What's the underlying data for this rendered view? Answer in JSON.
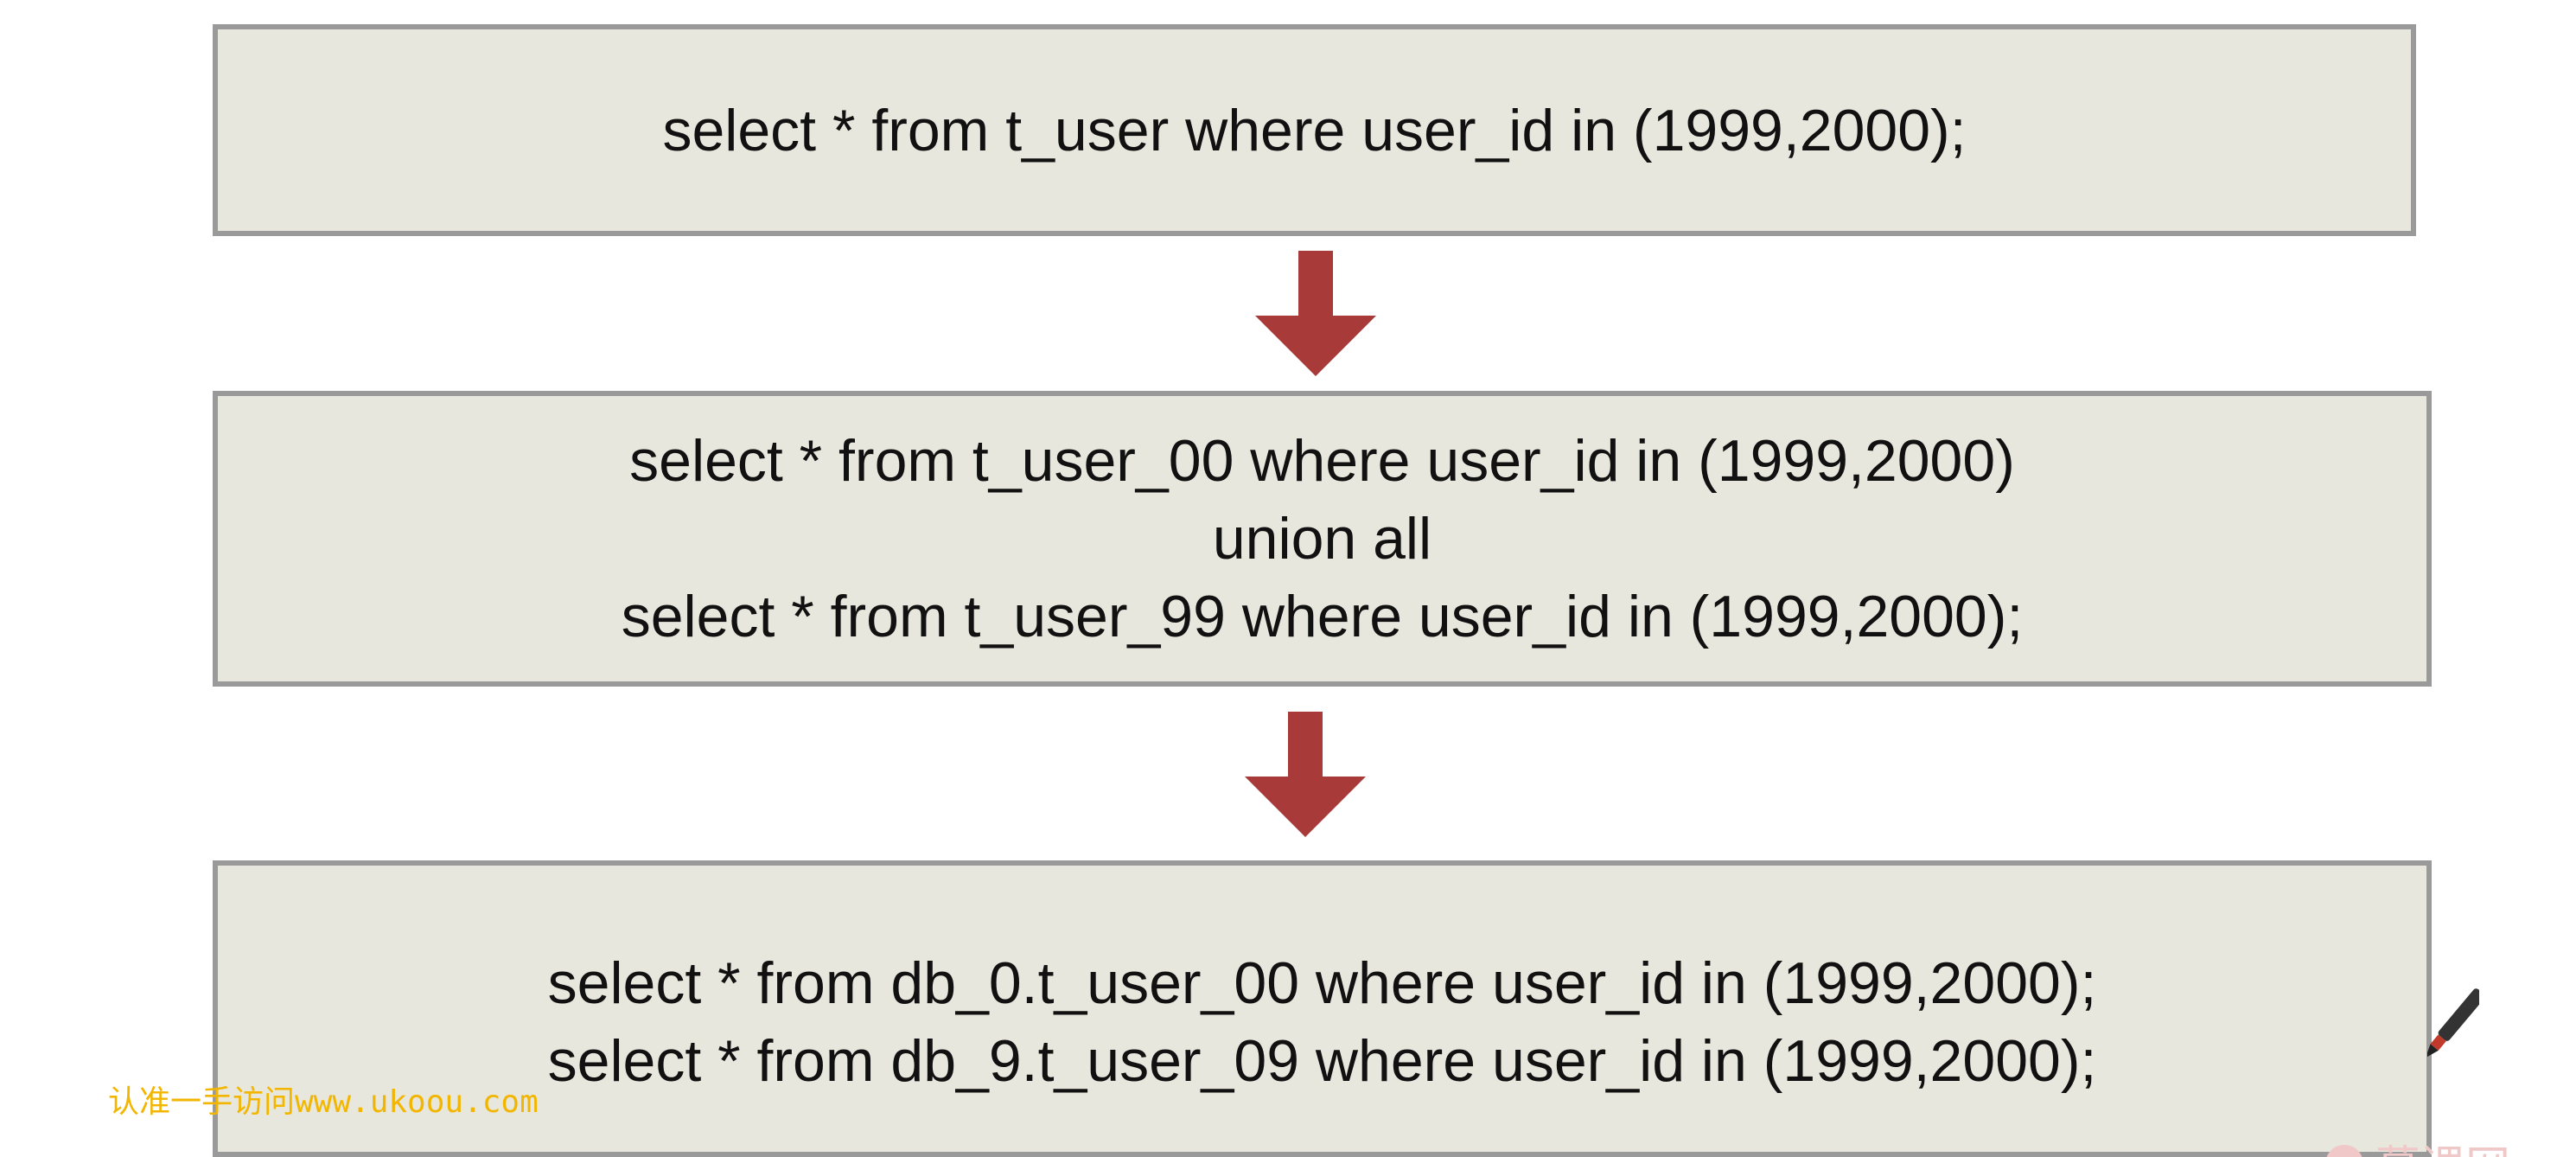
{
  "diagram": {
    "step1": {
      "lines": [
        "select * from t_user where user_id in (1999,2000);"
      ]
    },
    "step2": {
      "lines": [
        "select * from t_user_00 where user_id in (1999,2000)",
        "union all",
        "select * from t_user_99 where user_id in (1999,2000);"
      ]
    },
    "step3": {
      "lines": [
        "select * from db_0.t_user_00 where user_id in (1999,2000);",
        "select * from db_9.t_user_09 where user_id in (1999,2000);"
      ]
    },
    "arrow_color": "#a83a3a",
    "box_fill": "#e8e7dd",
    "box_border": "#9a9a9a"
  },
  "overlay": {
    "watermark_text": "认准一手访问www.ukoou.com",
    "brand_text": "慕课网",
    "watermark_color": "#f2b600",
    "pen_icon": "pen-icon"
  }
}
